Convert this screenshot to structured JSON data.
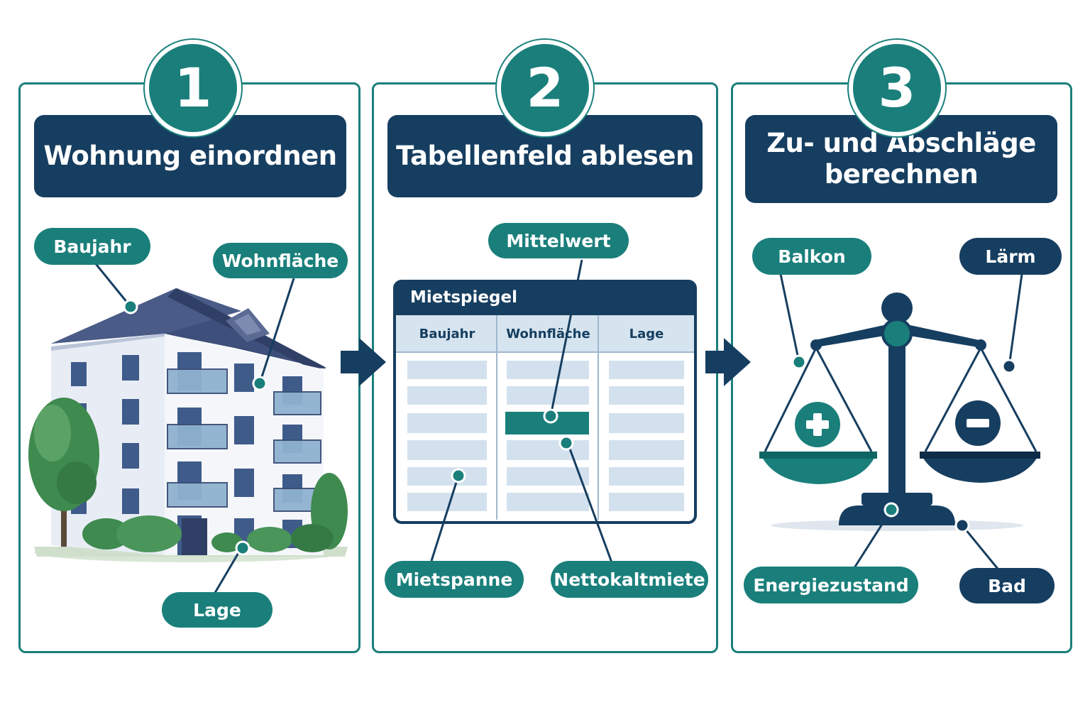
{
  "steps": [
    {
      "number": "1",
      "title": "Wohnung einordnen"
    },
    {
      "number": "2",
      "title": "Tabellenfeld ablesen"
    },
    {
      "number": "3",
      "title_line1": "Zu- und Abschläge",
      "title_line2": "berechnen"
    }
  ],
  "step1": {
    "labels": {
      "baujahr": "Baujahr",
      "wohnflaeche": "Wohnfläche",
      "lage": "Lage"
    }
  },
  "step2": {
    "table_title": "Mietspiegel",
    "columns": [
      "Baujahr",
      "Wohnfläche",
      "Lage"
    ],
    "labels": {
      "mittelwert": "Mittelwert",
      "mietspanne": "Mietspanne",
      "nettokaltmiete": "Nettokaltmiete"
    }
  },
  "step3": {
    "labels": {
      "balkon": "Balkon",
      "laerm": "Lärm",
      "energiezustand": "Energiezustand",
      "bad": "Bad"
    },
    "plus_symbol": "+",
    "minus_symbol": "−"
  },
  "colors": {
    "teal": "#1a7f7b",
    "navy": "#163e60",
    "light_blue": "#d6e4ef",
    "green": "#3f8a4f"
  },
  "icons": [
    "apartment-building-icon",
    "tree-icon",
    "table-icon",
    "arrow-right-icon",
    "balance-scale-icon",
    "plus-icon",
    "minus-icon"
  ]
}
